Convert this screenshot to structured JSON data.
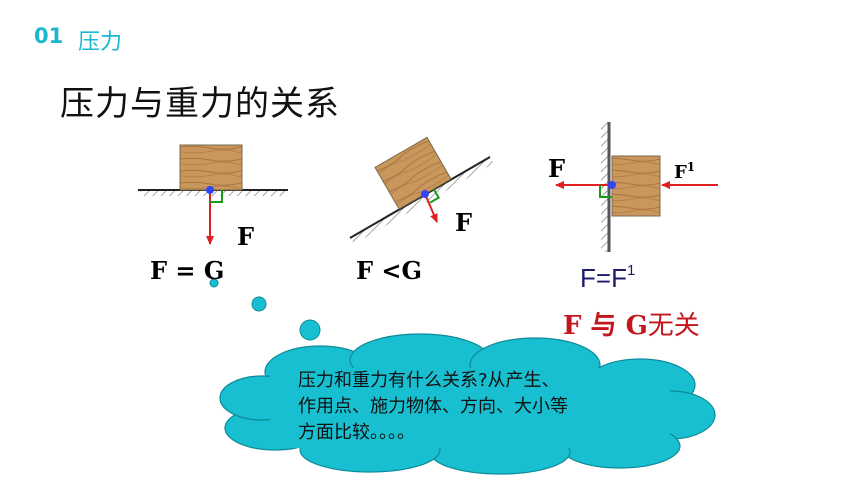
{
  "header": {
    "section_number": "01",
    "section_title": "压力"
  },
  "title": "压力与重力的关系",
  "cases": {
    "horizontal": {
      "force_label": "F",
      "equation": "F = G"
    },
    "incline": {
      "force_label": "F",
      "equation": "F <G"
    },
    "wall": {
      "force_label": "F",
      "push_force_label": "F",
      "push_force_sup": "1",
      "equation": "F=F",
      "equation_sup": "1"
    }
  },
  "conclusion": {
    "part1": "F 与 G",
    "part2": "无关"
  },
  "thought_cloud": {
    "lines": [
      "压力和重力有什么关系?从产生、",
      "作用点、施力物体、方向、大小等",
      "方面比较。。。。"
    ]
  },
  "colors": {
    "accent": "#1ab7cf",
    "arrow": "#e02020",
    "right_angle": "#1a9a1a",
    "point": "#3344ff",
    "block_wood": "#c9965c",
    "cloud": "#17bfd0",
    "conclusion": "#c4161c",
    "equation_dark": "#1d1d6b"
  }
}
